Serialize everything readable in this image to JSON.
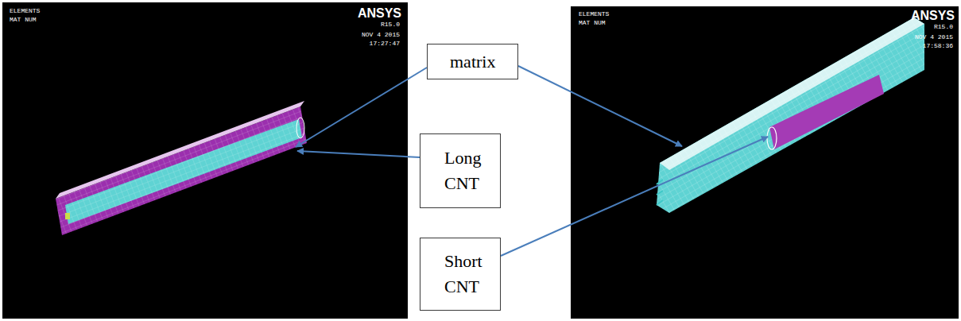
{
  "diagram": {
    "nodes": [
      {
        "text": [
          "matrix"
        ]
      },
      {
        "text": [
          "Long CNT"
        ]
      },
      {
        "text": [
          "Short CNT"
        ]
      }
    ],
    "labels": [
      "ELEMENTS",
      "MAT NUM",
      "ANSYS",
      "R15.0",
      "NOV 4 2015",
      "17:27:47",
      "ELEMENTS",
      "MAT NUM",
      "ANSYS",
      "R15.0",
      "NOV 4 2015",
      "17:58:36"
    ]
  }
}
